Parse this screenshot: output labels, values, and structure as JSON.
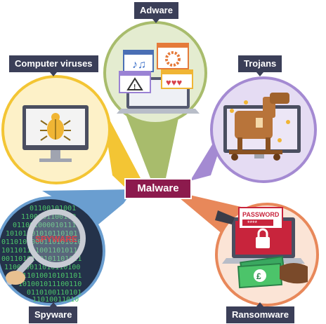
{
  "center": {
    "label": "Malware"
  },
  "categories": {
    "adware": {
      "label": "Adware",
      "color": "#a8bc6c",
      "bg": "#e4ecd0"
    },
    "viruses": {
      "label": "Computer viruses",
      "color": "#f3c534",
      "bg": "#fdf1c8"
    },
    "trojans": {
      "label": "Trojans",
      "color": "#a48ad2",
      "bg": "#e5dcf3"
    },
    "spyware": {
      "label": "Spyware",
      "color": "#6a9ed0",
      "bg": "#24324a"
    },
    "ransomware": {
      "label": "Ransomware",
      "color": "#e8885a",
      "bg": "#fbe4d6"
    }
  },
  "screen_text": {
    "spyware": "SPYWARE",
    "password": "PASSWORD",
    "password_mask": "****",
    "binary_rows": [
      "01100101001",
      "1100101100110",
      "011001000010111",
      "10101101010110101",
      "0110101000110101010",
      "1011011110011010110",
      "0011010100101101011",
      "110010011010110100",
      "01011010010101101",
      "101001011100110",
      "0110100110101",
      "11010011010"
    ],
    "currency_symbol": "£"
  },
  "icons": [
    "bug-icon",
    "music-note-icon",
    "gear-icon",
    "warning-icon",
    "hearts-icon",
    "padlock-icon",
    "magnifier-icon",
    "trojan-horse-icon",
    "banknote-icon"
  ]
}
